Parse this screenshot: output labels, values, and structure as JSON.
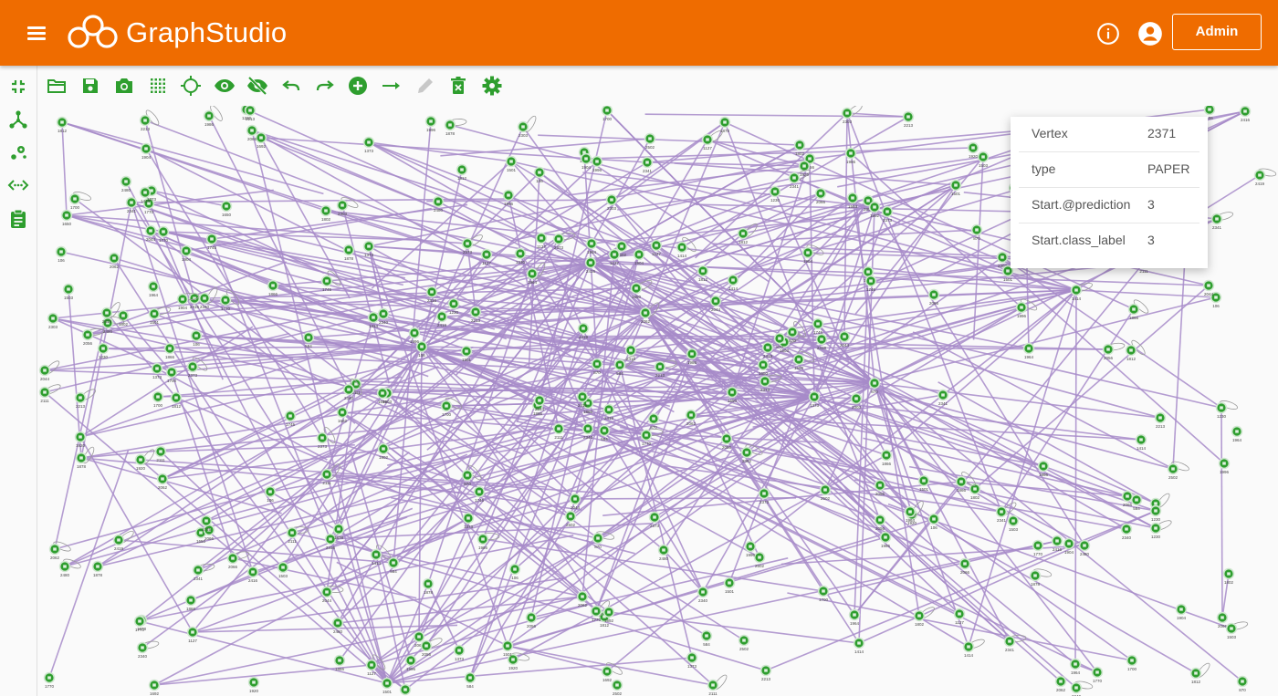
{
  "header": {
    "brand": "GraphStudio",
    "user_button": "Admin",
    "background": "#ef6c00"
  },
  "sidebar": {
    "items": [
      {
        "icon": "collapse-icon"
      },
      {
        "icon": "graph-schema-icon"
      },
      {
        "icon": "explore-graph-icon"
      },
      {
        "icon": "code-icon"
      },
      {
        "icon": "clipboard-icon"
      }
    ]
  },
  "toolbar": {
    "tools": [
      "folder-open-icon",
      "save-icon",
      "camera-icon",
      "grid-icon",
      "locate-icon",
      "show-icon",
      "hide-icon",
      "undo-icon",
      "redo-icon",
      "add-vertex-icon",
      "add-edge-icon",
      "edit-icon",
      "delete-icon",
      "settings-icon"
    ]
  },
  "tooltip": {
    "rows": [
      {
        "key": "Vertex",
        "value": "2371"
      },
      {
        "key": "type",
        "value": "PAPER"
      },
      {
        "key": "Start.@prediction",
        "value": "3"
      },
      {
        "key": "Start.class_label",
        "value": "3"
      }
    ]
  },
  "graph": {
    "vertex_color": "#2e9e2e",
    "edge_color": "#a78bc9",
    "hub_vertices": [
      "1812",
      "2373",
      "2044",
      "1920",
      "2340"
    ],
    "vertex_labels": [
      "106",
      "2416",
      "2062",
      "870",
      "1373",
      "1501",
      "1414",
      "1770",
      "1904",
      "1866",
      "1878",
      "2419",
      "584",
      "1986",
      "1127",
      "2303",
      "1650",
      "1692",
      "1812",
      "2373",
      "2341",
      "2111",
      "1700",
      "1920",
      "1964",
      "2044",
      "2066",
      "2213",
      "2340",
      "2480",
      "2502",
      "1503",
      "1802",
      "1745",
      "1996",
      "1230",
      "2056"
    ]
  }
}
